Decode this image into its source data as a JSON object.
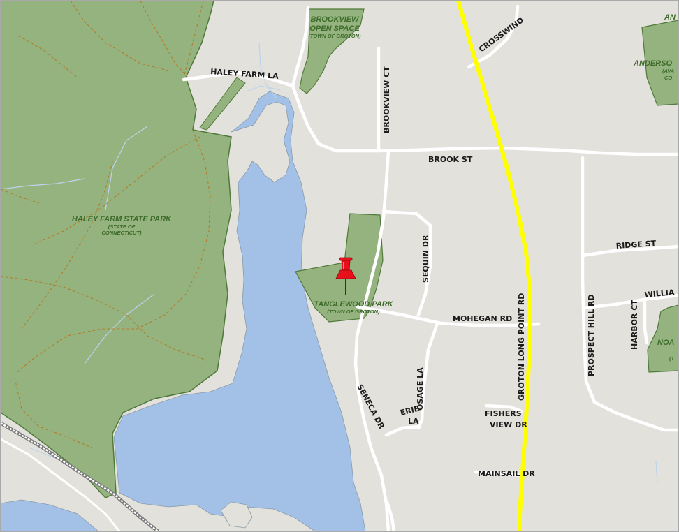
{
  "map": {
    "colors": {
      "land": "#e3e1dc",
      "park": "#95b37f",
      "park_border": "#4f7a3a",
      "water": "#a3c1e6",
      "road": "#ffffff",
      "highway": "#ffff00",
      "trail": "#b27c2a",
      "stream": "#bcd3ee",
      "marker": "#e8101a"
    },
    "parks": [
      {
        "name": "BROOKVIEW",
        "name2": "OPEN SPACE",
        "owner": "(TOWN OF GROTON)"
      },
      {
        "name": "HALEY FARM STATE PARK",
        "owner": "(STATE OF",
        "owner2": "CONNECTICUT)"
      },
      {
        "name": "TANGLEWOOD PARK",
        "owner": "(TOWN OF GROTON)"
      },
      {
        "name": "ANDERSO",
        "owner": "(AVA",
        "owner2": "CO"
      },
      {
        "name": "AN"
      },
      {
        "name": "NOA",
        "owner": "(T"
      }
    ],
    "roads": {
      "haley_farm_la": "HALEY FARM LA",
      "crosswind": "CROSSWIND",
      "brookview_ct": "BROOKVIEW CT",
      "brook_st": "BROOK ST",
      "ridge_st": "RIDGE ST",
      "sequin_dr": "SEQUIN DR",
      "mohegan_rd": "MOHEGAN RD",
      "groton_long_point_rd": "GROTON LONG POINT RD",
      "prospect_hill_rd": "PROSPECT HILL RD",
      "harbor_ct": "HARBOR CT",
      "william": "WILLIA",
      "osage_la": "OSAGE LA",
      "erie": "ERIE",
      "erie_la": "LA",
      "seneca_dr": "SENECA DR",
      "fishers": "FISHERS",
      "view_dr": "VIEW DR",
      "mainsail_dr": "MAINSAIL DR"
    },
    "marker": {
      "icon": "pushpin-icon"
    }
  }
}
